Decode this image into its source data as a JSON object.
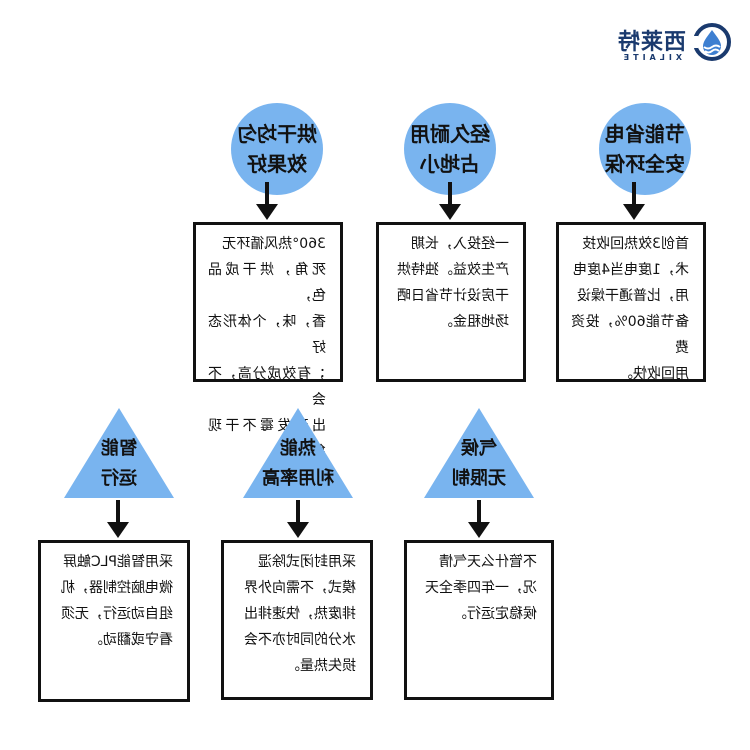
{
  "logo": {
    "name_cn": "西莱特",
    "name_en": "XILAITE"
  },
  "features_top": [
    {
      "title_line1": "节能省电",
      "title_line2": "安全环保",
      "body_lines": [
        "首创3效热回收技",
        "术，1度电当4度电",
        "用，比普通干燥设",
        "备节能60%，投资费",
        "用回收快。"
      ]
    },
    {
      "title_line1": "经久耐用",
      "title_line2": "占地小",
      "body_lines": [
        "一经投入，长期",
        "产生效益。独特烘",
        "干房设计节省日晒",
        "场地租金。"
      ]
    },
    {
      "title_line1": "烘干均匀",
      "title_line2": "效果好",
      "body_lines": [
        "360°热风循环无",
        "死角，烘干成品色，",
        "香，味，个体形态好",
        "；有效成分高，不会",
        "出现发霉不干现象。"
      ]
    }
  ],
  "features_bottom": [
    {
      "title_line1": "气候",
      "title_line2": "无限制",
      "body_lines": [
        "不管什么天气情",
        "况，一年四季全天",
        "候稳定运行。"
      ]
    },
    {
      "title_line1": "热能",
      "title_line2": "利用率高",
      "body_lines": [
        "采用封闭式除湿",
        "模式，不需向外界",
        "排废热，快速排出",
        "水分的同时亦不会",
        "损失热量。"
      ]
    },
    {
      "title_line1": "智能",
      "title_line2": "运行",
      "body_lines": [
        "采用智能PLC触屏",
        "微电脑控制器，机",
        "组自动运行，无须",
        "看守或翻动。"
      ]
    }
  ],
  "colors": {
    "shape_fill": "#79b4ef",
    "logo_blue": "#1a3a6e",
    "border": "#111111"
  }
}
